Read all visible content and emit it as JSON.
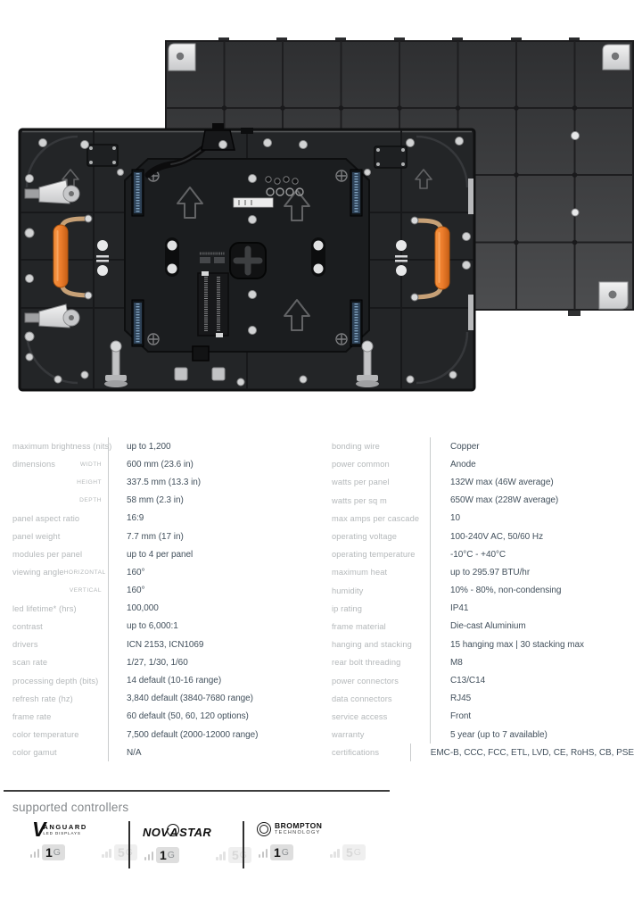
{
  "hero": {
    "front_panel_image": "led-panel-front-view",
    "rear_panel_image": "led-panel-rear-view"
  },
  "colors": {
    "handle_orange": "#ec7d2c",
    "panel_dark": "#232527",
    "panel_front_gray": "#3a3b3d",
    "label_gray": "#b4b8ba",
    "value_slate": "#42505c"
  },
  "specs": {
    "left": [
      {
        "label": "maximum brightness (nits)",
        "sub": "",
        "value": "up to 1,200"
      },
      {
        "label": "dimensions",
        "sub": "WIDTH",
        "value": "600 mm (23.6 in)"
      },
      {
        "label": "",
        "sub": "HEIGHT",
        "value": "337.5 mm (13.3 in)"
      },
      {
        "label": "",
        "sub": "DEPTH",
        "value": "58 mm (2.3 in)"
      },
      {
        "label": "panel aspect ratio",
        "sub": "",
        "value": "16:9"
      },
      {
        "label": "panel weight",
        "sub": "",
        "value": "7.7 mm (17 in)"
      },
      {
        "label": "modules per panel",
        "sub": "",
        "value": "up to 4 per panel"
      },
      {
        "label": "viewing angle",
        "sub": "HORIZONTAL",
        "value": "160°"
      },
      {
        "label": "",
        "sub": "VERTICAL",
        "value": "160°"
      },
      {
        "label": "led lifetime* (hrs)",
        "sub": "",
        "value": "100,000"
      },
      {
        "label": "contrast",
        "sub": "",
        "value": "up to 6,000:1"
      },
      {
        "label": "drivers",
        "sub": "",
        "value": "ICN 2153, ICN1069"
      },
      {
        "label": "scan rate",
        "sub": "",
        "value": "1/27, 1/30, 1/60"
      },
      {
        "label": "processing depth (bits)",
        "sub": "",
        "value": "14 default (10-16 range)"
      },
      {
        "label": "refresh rate (hz)",
        "sub": "",
        "value": "3,840 default (3840-7680 range)"
      },
      {
        "label": "frame rate",
        "sub": "",
        "value": "60 default (50, 60, 120 options)"
      },
      {
        "label": "color temperature",
        "sub": "",
        "value": "7,500 default (2000-12000 range)"
      },
      {
        "label": "color gamut",
        "sub": "",
        "value": "N/A"
      }
    ],
    "right": [
      {
        "label": "bonding wire",
        "value": "Copper"
      },
      {
        "label": "power common",
        "value": "Anode"
      },
      {
        "label": "watts per panel",
        "value": "132W max (46W average)"
      },
      {
        "label": "watts per sq m",
        "value": "650W max (228W average)"
      },
      {
        "label": "max amps per cascade",
        "value": "10"
      },
      {
        "label": "operating voltage",
        "value": "100-240V AC, 50/60 Hz"
      },
      {
        "label": "operating temperature",
        "value": "-10°C - +40°C"
      },
      {
        "label": "maximum heat",
        "value": "up to 295.97 BTU/hr"
      },
      {
        "label": "humidity",
        "value": "10% - 80%, non-condensing"
      },
      {
        "label": "ip rating",
        "value": "IP41"
      },
      {
        "label": "frame material",
        "value": "Die-cast Aluminium"
      },
      {
        "label": "hanging and stacking",
        "value": "15 hanging max | 30 stacking max"
      },
      {
        "label": "rear bolt threading",
        "value": "M8"
      },
      {
        "label": "power connectors",
        "value": "C13/C14"
      },
      {
        "label": "data connectors",
        "value": "RJ45"
      },
      {
        "label": "service access",
        "value": "Front"
      },
      {
        "label": "warranty",
        "value": "5 year (up to 7 available)"
      },
      {
        "label": "certifications",
        "value": "EMC-B, CCC, FCC, ETL, LVD, CE, RoHS, CB, PSE"
      }
    ]
  },
  "controllers": {
    "heading": "supported controllers",
    "brands": [
      {
        "logo_v": "V",
        "logo_text": "ANGUARD",
        "logo_sub": "LED DISPLAYS",
        "badges": [
          {
            "num": "1",
            "suffix": "G",
            "active": true
          },
          {
            "num": "5",
            "suffix": "G",
            "active": false
          }
        ]
      },
      {
        "logo_pre": "NOV",
        "logo_a": "A",
        "logo_post": "STAR",
        "badges": [
          {
            "num": "1",
            "suffix": "G",
            "active": true
          },
          {
            "num": "5",
            "suffix": "G",
            "active": false
          }
        ]
      },
      {
        "logo_text": "BROMPTON",
        "logo_sub": "TECHNOLOGY",
        "badges": [
          {
            "num": "1",
            "suffix": "G",
            "active": true
          },
          {
            "num": "5",
            "suffix": "G",
            "active": false
          }
        ]
      }
    ]
  }
}
